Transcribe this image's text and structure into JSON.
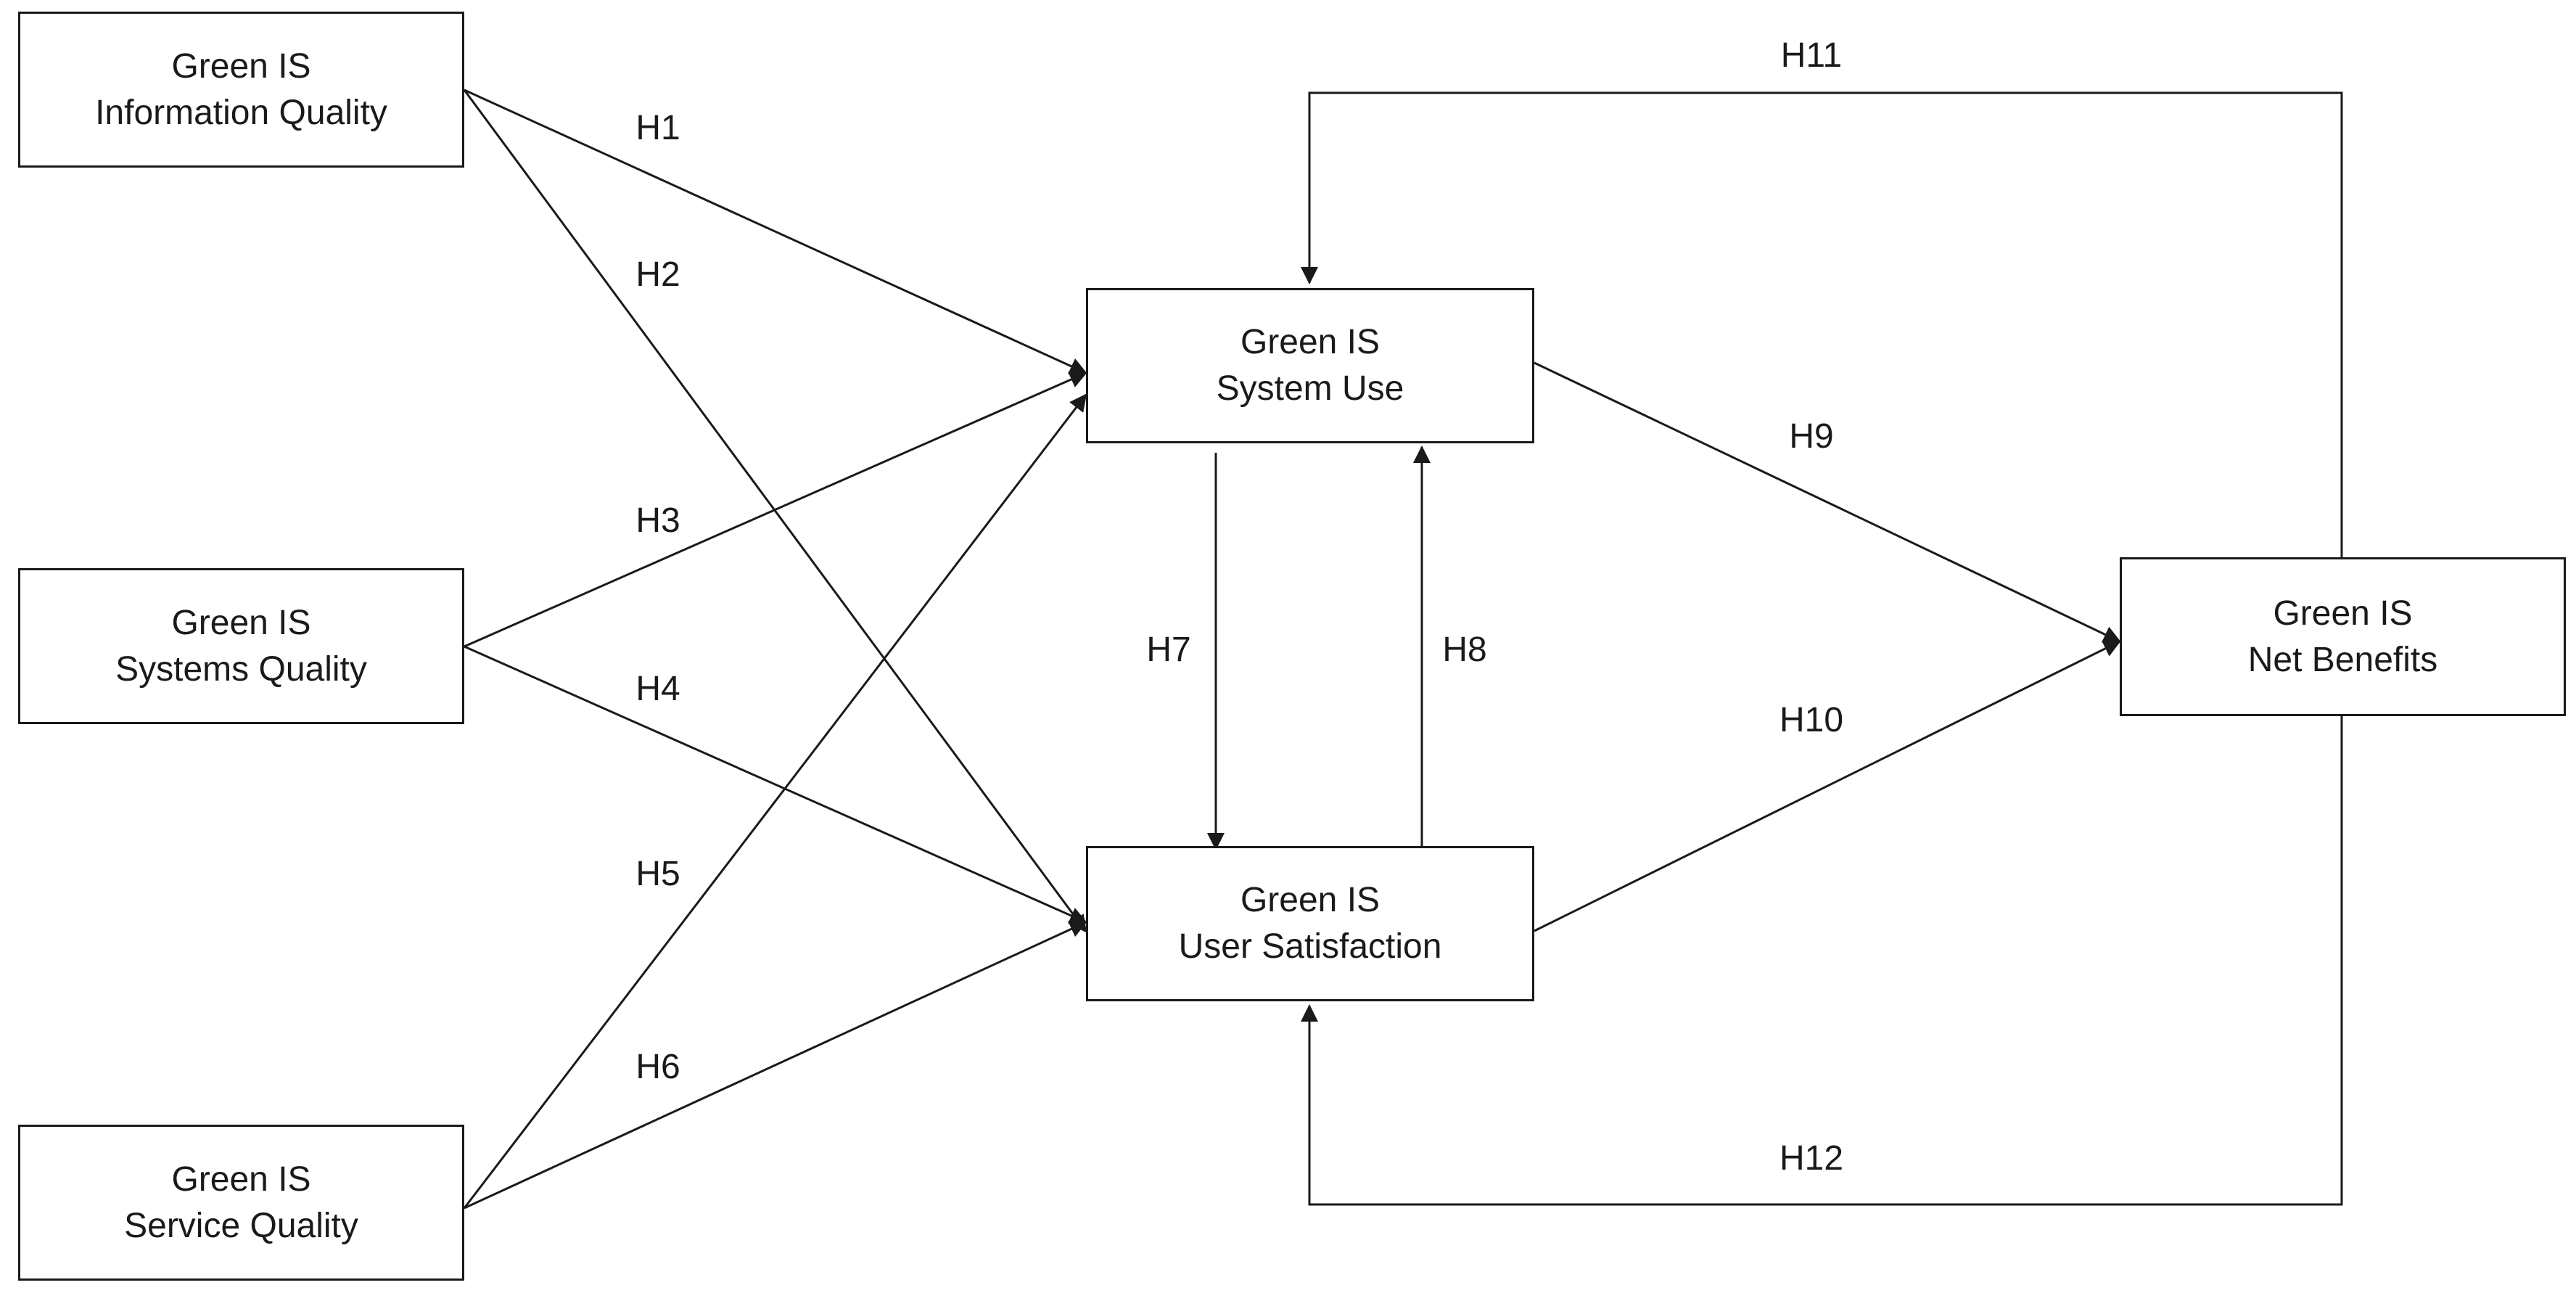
{
  "nodes": {
    "info_quality": {
      "line1": "Green IS",
      "line2": "Information Quality"
    },
    "systems_quality": {
      "line1": "Green IS",
      "line2": "Systems Quality"
    },
    "service_quality": {
      "line1": "Green IS",
      "line2": "Service Quality"
    },
    "system_use": {
      "line1": "Green IS",
      "line2": "System Use"
    },
    "user_satisfaction": {
      "line1": "Green IS",
      "line2": "User Satisfaction"
    },
    "net_benefits": {
      "line1": "Green IS",
      "line2": "Net Benefits"
    }
  },
  "hypotheses": {
    "h1": "H1",
    "h2": "H2",
    "h3": "H3",
    "h4": "H4",
    "h5": "H5",
    "h6": "H6",
    "h7": "H7",
    "h8": "H8",
    "h9": "H9",
    "h10": "H10",
    "h11": "H11",
    "h12": "H12"
  },
  "colors": {
    "stroke": "#1a1a1a",
    "background": "#ffffff"
  }
}
